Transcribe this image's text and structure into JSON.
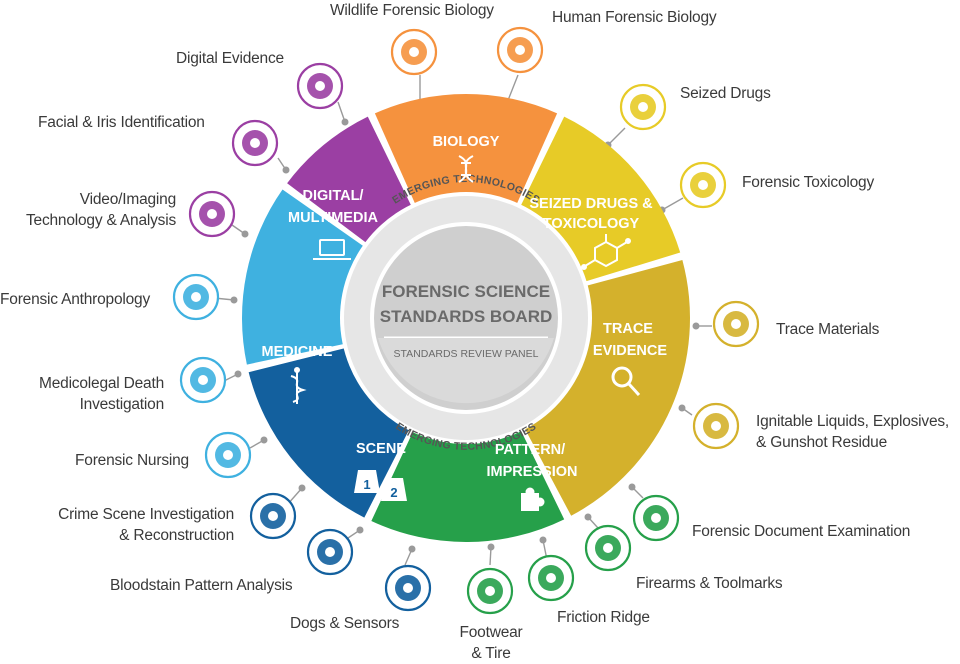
{
  "center": {
    "title_line1": "FORENSIC SCIENCE",
    "title_line2": "STANDARDS BOARD",
    "subtitle": "STANDARDS REVIEW PANEL",
    "ring_top": "EMERGING TECHNOLOGIES",
    "ring_bottom": "EMERGING TECHNOLOGIES"
  },
  "segments": {
    "biology": "BIOLOGY",
    "seized_line1": "SEIZED DRUGS &",
    "seized_line2": "TOXICOLOGY",
    "trace_line1": "TRACE",
    "trace_line2": "EVIDENCE",
    "pattern_line1": "PATTERN/",
    "pattern_line2": "IMPRESSION",
    "scene": "SCENE",
    "medicine": "MEDICINE",
    "digital_line1": "DIGITAL/",
    "digital_line2": "MULTIMEDIA",
    "scene_card1": "1",
    "scene_card2": "2"
  },
  "colors": {
    "biology": "#f5923e",
    "seized": "#e7cb27",
    "trace": "#d4b12c",
    "pattern": "#26a04a",
    "scene": "#13609e",
    "medicine": "#3fb1e0",
    "digital": "#9b3fa3"
  },
  "labels": {
    "wildlife": "Wildlife Forensic Biology",
    "human": "Human Forensic Biology",
    "digital_evidence": "Digital Evidence",
    "seized_drugs": "Seized Drugs",
    "facial_iris": "Facial & Iris Identification",
    "toxicology": "Forensic Toxicology",
    "video_line1": "Video/Imaging",
    "video_line2": "Technology & Analysis",
    "anthropology": "Forensic Anthropology",
    "trace_materials": "Trace Materials",
    "medicolegal_line1": "Medicolegal Death",
    "medicolegal_line2": "Investigation",
    "ignitable_line1": "Ignitable Liquids, Explosives,",
    "ignitable_line2": "& Gunshot Residue",
    "nursing": "Forensic Nursing",
    "crime_scene_line1": "Crime Scene Investigation",
    "crime_scene_line2": "& Reconstruction",
    "document": "Forensic Document Examination",
    "bloodstain": "Bloodstain Pattern Analysis",
    "firearms": "Firearms & Toolmarks",
    "dogs": "Dogs & Sensors",
    "friction": "Friction Ridge",
    "footwear_line1": "Footwear",
    "footwear_line2": "& Tire"
  },
  "icons": {
    "wildlife": "antlers-icon",
    "human": "dna-head-icon",
    "digital_evidence": "smartphone-icon",
    "seized_drugs": "flask-icon",
    "facial_iris": "head-profile-icon",
    "toxicology": "skull-crossbones-icon",
    "video": "video-player-icon",
    "anthropology": "skull-icon",
    "trace_materials": "microscope-icon",
    "medicolegal": "running-figure-icon",
    "ignitable": "flame-icon",
    "nursing": "star-of-life-icon",
    "crime_scene": "evidence-marker-icon",
    "document": "document-question-icon",
    "bloodstain": "blood-splatter-icon",
    "firearms": "handgun-icon",
    "dogs": "dog-icon",
    "friction": "fingerprint-icon",
    "footwear": "footprints-icon"
  }
}
